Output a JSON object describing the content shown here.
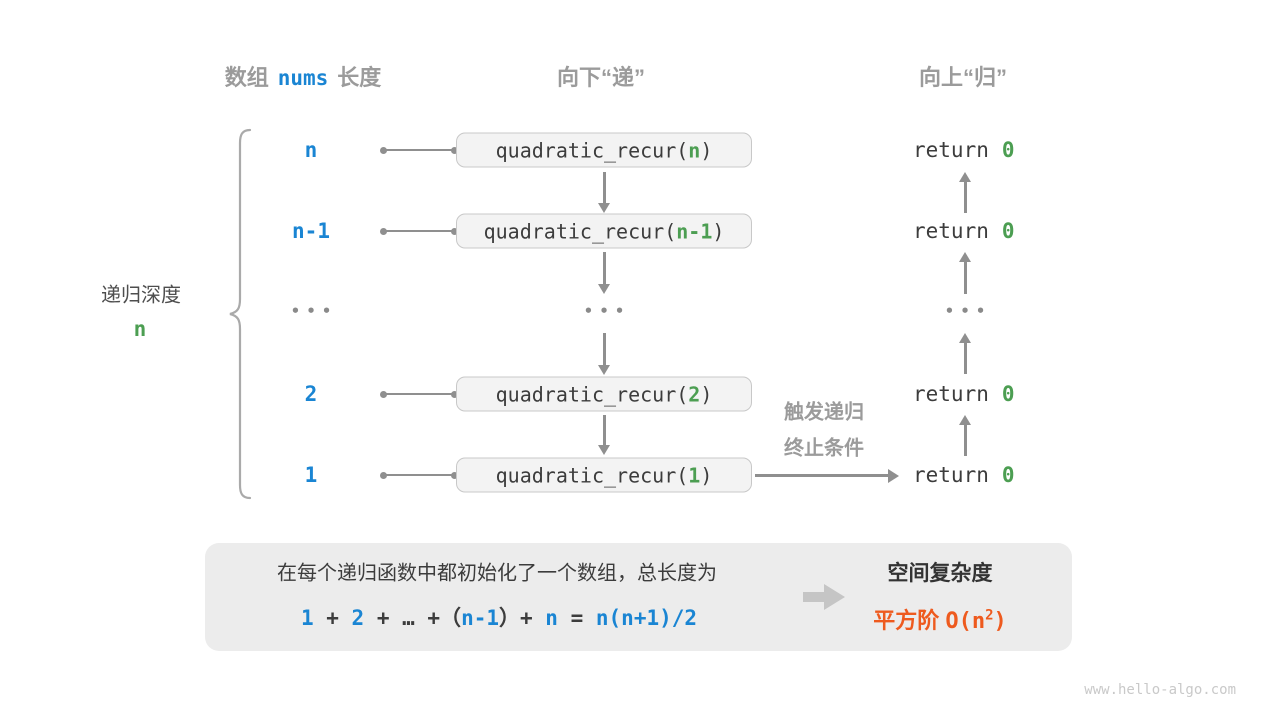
{
  "colors": {
    "blue": "#1a85d3",
    "green": "#4c9e52",
    "gray": "#9b9b9b",
    "dark": "#3c3c3c",
    "box_fill": "#f3f3f3",
    "box_border": "#c8c8c8",
    "arrow": "#8f8f8f",
    "panel": "#ececec",
    "orange": "#ee5a1e",
    "wm": "#c9c9c9",
    "brace": "#aaaaaa"
  },
  "headers": {
    "array_prefix": "数组",
    "array_code": "nums",
    "array_suffix": "长度",
    "descend": "向下“递”",
    "ascend": "向上“归”"
  },
  "depth": {
    "title": "递归深度",
    "value": "n"
  },
  "ellipsis": "•••",
  "rows": [
    {
      "label": "n",
      "call_prefix": "quadratic_recur(",
      "arg": "n",
      "call_suffix": ")",
      "return_keyword": "return",
      "return_value": "0"
    },
    {
      "label": "n-1",
      "call_prefix": "quadratic_recur(",
      "arg": "n-1",
      "call_suffix": ")",
      "return_keyword": "return",
      "return_value": "0"
    },
    {
      "label": "2",
      "call_prefix": "quadratic_recur(",
      "arg": "2",
      "call_suffix": ")",
      "return_keyword": "return",
      "return_value": "0"
    },
    {
      "label": "1",
      "call_prefix": "quadratic_recur(",
      "arg": "1",
      "call_suffix": ")",
      "return_keyword": "return",
      "return_value": "0"
    }
  ],
  "annotation": {
    "line1": "触发递归",
    "line2": "终止条件"
  },
  "panel": {
    "description": "在每个递归函数中都初始化了一个数组，总长度为",
    "formula": {
      "s1": "1",
      "s2": " + ",
      "s3": "2",
      "s4": " + … +（",
      "s5": "n-1",
      "s6": "）+ ",
      "s7": "n",
      "s8": " = ",
      "s9": "n(n+1)/2"
    },
    "result_title": "空间复杂度",
    "result_word": "平方阶 ",
    "result_code_prefix": "O(n",
    "result_sup": "2",
    "result_code_close": ")"
  },
  "watermark": "www.hello-algo.com"
}
